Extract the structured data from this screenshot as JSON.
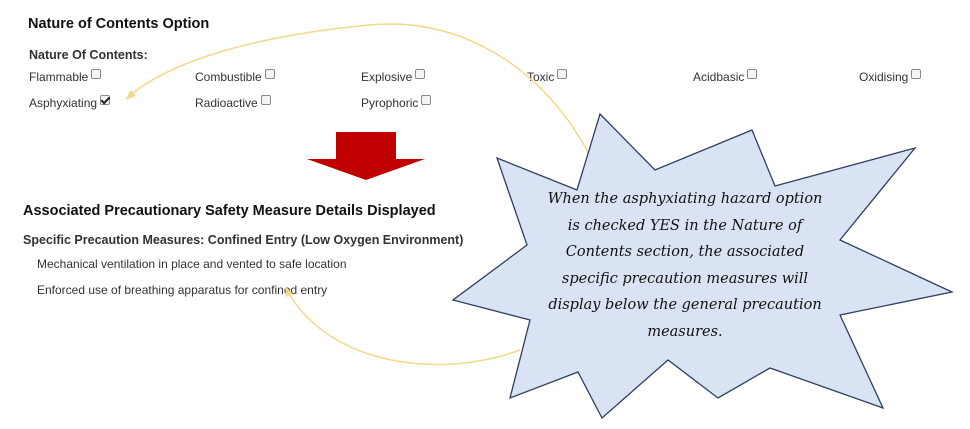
{
  "section_nature": {
    "title": "Nature of Contents Option",
    "group_label": "Nature Of Contents:",
    "options": [
      {
        "label": "Flammable",
        "checked": false
      },
      {
        "label": "Combustible",
        "checked": false
      },
      {
        "label": "Explosive",
        "checked": false
      },
      {
        "label": "Toxic",
        "checked": false
      },
      {
        "label": "Acidbasic",
        "checked": false
      },
      {
        "label": "Oxidising",
        "checked": false
      },
      {
        "label": "Asphyxiating",
        "checked": true
      },
      {
        "label": "Radioactive",
        "checked": false
      },
      {
        "label": "Pyrophoric",
        "checked": false
      }
    ]
  },
  "section_precaution": {
    "title": "Associated Precautionary Safety Measure Details Displayed",
    "specific_heading": "Specific Precaution Measures: Confined Entry (Low Oxygen Environment)",
    "measures": [
      "Mechanical ventilation in place and vented to safe location",
      "Enforced use of breathing apparatus for confined entry"
    ]
  },
  "callout": {
    "text": "When the asphyxiating hazard option is checked YES in the Nature of Contents section, the associated specific precaution measures will display below the general precaution measures."
  },
  "colors": {
    "arrow_red": "#c00000",
    "callout_fill": "#dae3f3",
    "callout_stroke": "#2f3f5f",
    "connector": "#f3d98b"
  }
}
